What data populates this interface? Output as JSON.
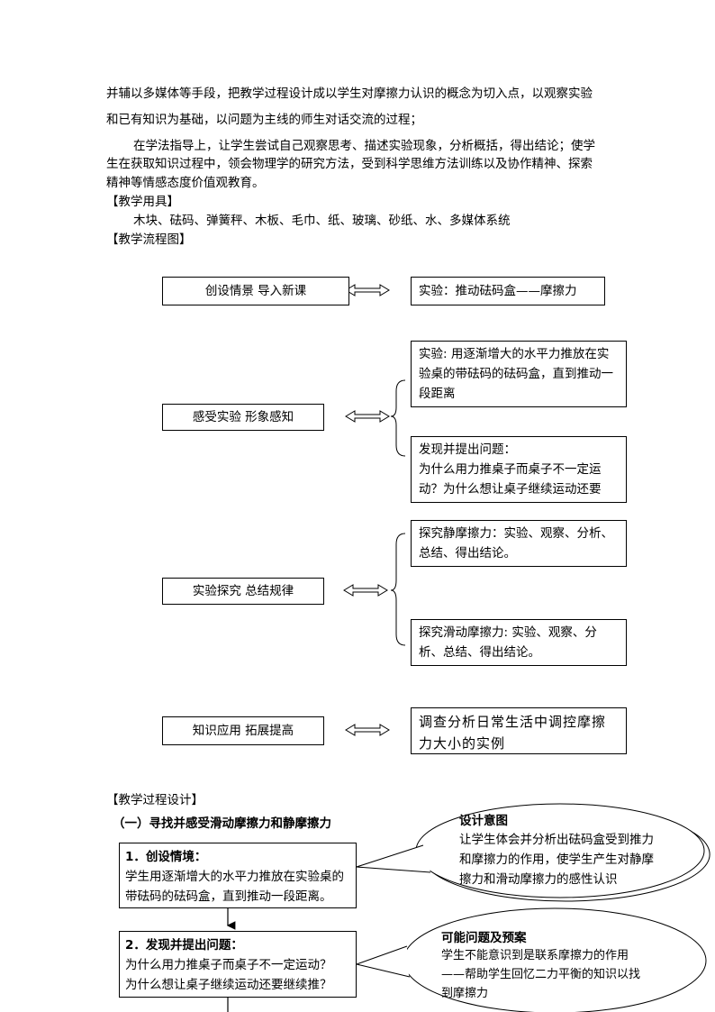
{
  "intro": {
    "line1": "并辅以多媒体等手段，把教学过程设计成以学生对摩擦力认识的概念为切入点，以观察实验",
    "line2": "和已有知识为基础，以问题为主线的师生对话交流的过程；",
    "method_lines": [
      "在学法指导上，让学生尝试自己观察思考、描述实验现象，分析概括，得出结论；使学",
      "生在获取知识过程中，领会物理学的研究方法，受到科学思维方法训练以及协作精神、探索",
      "精神等情感态度价值观教育。"
    ]
  },
  "tools": {
    "heading": "【教学用具】",
    "items": "木块、砝码、弹簧秤、木板、毛巾、纸、玻璃、砂纸、水、多媒体系统"
  },
  "flow": {
    "heading": "【教学流程图】",
    "stage1": "创设情景 导入新课",
    "exp1": "实验：推动砝码盒——摩擦力",
    "stage2": "感受实验 形象感知",
    "exp2a": "实验: 用逐渐增大的水平力推放在实验桌的带砝码的砝码盒，直到推动一段距离",
    "exp2b_title": "发现并提出问题：",
    "exp2b_body": "为什么用力推桌子而桌子不一定运动？为什么想让桌子继续运动还要",
    "stage3": "实验探究 总结规律",
    "exp3a": "探究静摩擦力：实验、观察、分析、总结、得出结论。",
    "exp3b": "探究滑动摩擦力: 实验、观察、分析、总结、得出结论。",
    "stage4": "知识应用 拓展提高",
    "exp4": "调查分析日常生活中调控摩擦力大小的实例"
  },
  "process": {
    "heading": "【教学过程设计】",
    "section1": "（一）寻找并感受滑动摩擦力和静摩擦力",
    "step1_title": "1．创设情境：",
    "step1_body": "学生用逐渐增大的水平力推放在实验桌的带砝码的砝码盒，直到推动一段距离。",
    "step2_title": "2．发现并提出问题：",
    "step2_body_1": "为什么用力推桌子而桌子不一定运动？",
    "step2_body_2": "为什么想让桌子继续运动还要继续推？",
    "bubble1_title": "设计意图",
    "bubble1_body": "让学生体会并分析出砝码盒受到推力和摩擦力的作用，使学生产生对静摩擦力和滑动摩擦力的感性认识",
    "bubble2_title": "可能问题及预案",
    "bubble2_body": "学生不能意识到是联系摩擦力的作用——帮助学生回忆二力平衡的知识以找到摩擦力"
  }
}
